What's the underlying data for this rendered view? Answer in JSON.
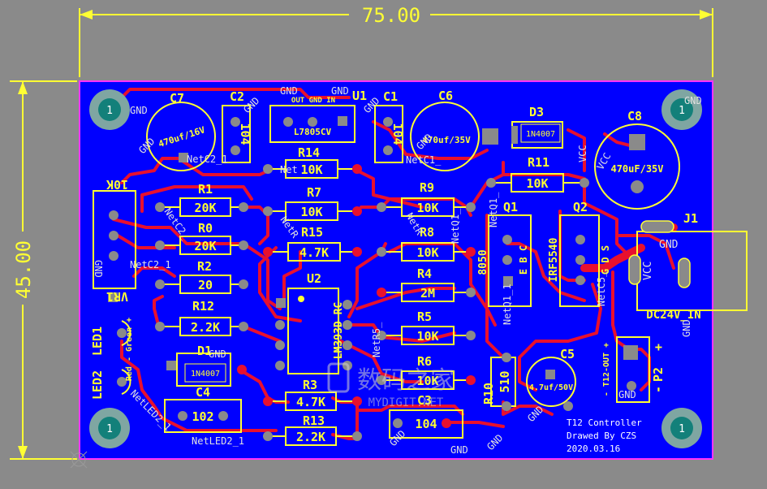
{
  "dimensions": {
    "width": "75.00",
    "height": "45.00"
  },
  "board_title": [
    "T12 Controller",
    "Drawed By CZS",
    "2020.03.16"
  ],
  "watermark": {
    "cn": "数码之家",
    "en": "MYDIGIT.NET"
  },
  "mount_hole_label": "1",
  "components": {
    "C7": {
      "ref": "C7",
      "value": "470uf/16V"
    },
    "C2": {
      "ref": "C2",
      "value": "104"
    },
    "U1": {
      "ref": "U1",
      "value": "L7805CV",
      "pins": "OUT GND IN"
    },
    "C1": {
      "ref": "C1",
      "value": "104"
    },
    "C6": {
      "ref": "C6",
      "value": "470uf/35V"
    },
    "D3": {
      "ref": "D3",
      "value": "1N4007"
    },
    "C8": {
      "ref": "C8",
      "value": "470uF/35V"
    },
    "R14": {
      "ref": "R14",
      "value": "10K"
    },
    "R11": {
      "ref": "R11",
      "value": "10K"
    },
    "VR1": {
      "ref": "VR1",
      "value": "10K"
    },
    "R1": {
      "ref": "R1",
      "value": "20K"
    },
    "R7": {
      "ref": "R7",
      "value": "10K"
    },
    "R9": {
      "ref": "R9",
      "value": "10K"
    },
    "Q1": {
      "ref": "Q1",
      "value": "8050",
      "pins": "E B C"
    },
    "Q2": {
      "ref": "Q2",
      "value": "IRF5540",
      "pins": "G D S"
    },
    "J1": {
      "ref": "J1",
      "value": "DC24V_IN"
    },
    "R0": {
      "ref": "R0",
      "value": "20K"
    },
    "R15": {
      "ref": "R15",
      "value": "4.7K"
    },
    "R8": {
      "ref": "R8",
      "value": "10K"
    },
    "R2": {
      "ref": "R2",
      "value": "20"
    },
    "U2": {
      "ref": "U2",
      "value": "LM393D-RC"
    },
    "R4": {
      "ref": "R4",
      "value": "2M"
    },
    "R12": {
      "ref": "R12",
      "value": "2.2K"
    },
    "R5": {
      "ref": "R5",
      "value": "10K"
    },
    "LED1": {
      "ref": "LED1",
      "value": "Red - Green +"
    },
    "D1": {
      "ref": "D1",
      "value": "1N4007"
    },
    "R6": {
      "ref": "R6",
      "value": "10K"
    },
    "C5": {
      "ref": "C5",
      "value": "4.7uf/50V"
    },
    "LED2": {
      "ref": "LED2"
    },
    "C4": {
      "ref": "C4",
      "value": "102"
    },
    "R3": {
      "ref": "R3",
      "value": "4.7K"
    },
    "C3": {
      "ref": "C3",
      "value": "104"
    },
    "R10": {
      "ref": "R10",
      "value": "510"
    },
    "P2": {
      "ref": "P2",
      "value": "- T12-OUT +",
      "pin_plus": "+",
      "pin_minus": "-"
    },
    "R13": {
      "ref": "R13",
      "value": "2.2K"
    }
  },
  "nets": {
    "gnd": "GND",
    "vcc": "VCC",
    "netc2": "NetC2_1",
    "netc2b": "NetC2_",
    "netc2c": "NetC2_1",
    "netc1": "NetC1_",
    "netr5": "NetR5_",
    "netq1": "NetQ1_",
    "netq1b": "NetQ1_1",
    "netc5": "NetC5_",
    "netled2": "NetLED2_1",
    "netled2b": "NetLED2_1",
    "netc": "NetC",
    "nete": "Net",
    "netr": "NetR"
  }
}
